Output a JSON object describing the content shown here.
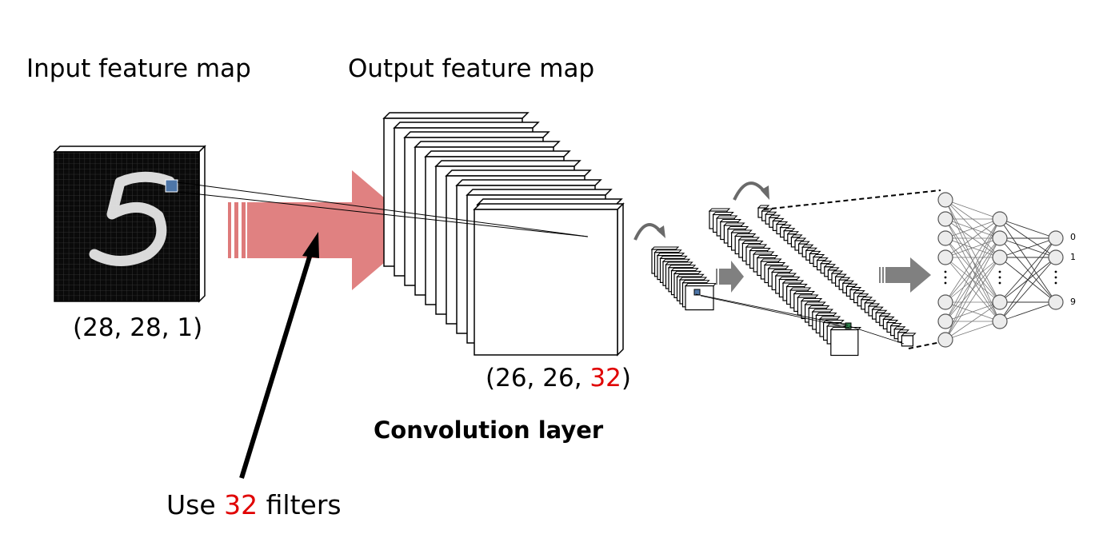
{
  "input": {
    "title": "Input feature map",
    "shape": "(28, 28, 1)"
  },
  "output": {
    "title": "Output feature map",
    "shape_prefix": "(26, 26, ",
    "shape_channels": "32",
    "shape_suffix": ")"
  },
  "layer_label": "Convolution layer",
  "filters": {
    "prefix": "Use ",
    "count": "32",
    "suffix": " filters"
  },
  "nn_outputs": [
    "0",
    "1",
    "9"
  ],
  "colors": {
    "highlight_red": "#e00000",
    "arrow_red": "#de7a7a",
    "arrow_gray": "#808080",
    "pixel_blue": "#4e76a8"
  }
}
